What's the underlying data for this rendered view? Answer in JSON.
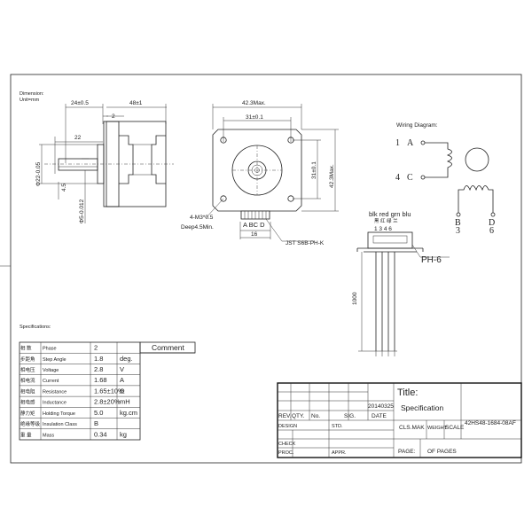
{
  "dimension_note": {
    "line1": "Dimension:",
    "line2": "Unit=mm"
  },
  "side_view": {
    "d_24": "24±0.5",
    "d_48": "48±1",
    "d_2": "2",
    "d_22": "22",
    "d_phi22": "Φ22-0.05",
    "d_4_5": "4.5",
    "d_phi5": "Φ5-0.012"
  },
  "front_view": {
    "d_423_top": "42.3Max.",
    "d_31_top": "31±0.1",
    "d_31_right": "31±0.1",
    "d_423_right": "42.3Max.",
    "screw_note": "4-M3*0.5",
    "depth_note": "Deep4.5Min.",
    "pins": "A  BC  D",
    "d_16": "16",
    "connector": "JST S6B-PH-K"
  },
  "wiring": {
    "title": "Wiring Diagram:",
    "n1": "1",
    "pA": "A",
    "n4": "4",
    "pC": "C",
    "pB": "B",
    "n3": "3",
    "pD": "D",
    "n6": "6"
  },
  "plug": {
    "colors": "blk red grn blu",
    "chinese_colors": "黑 红 绿 兰",
    "pin_nums": "1  3  4  6",
    "ph": "PH-6",
    "length": "1000"
  },
  "specifications": {
    "title": "Specifications:",
    "comment_header": "Comment",
    "rows": [
      {
        "cn": "相 数",
        "en": "Phase",
        "value": "2",
        "unit": ""
      },
      {
        "cn": "步距角",
        "en": "Step Angle",
        "value": "1.8",
        "unit": "deg."
      },
      {
        "cn": "相电压",
        "en": "Voltage",
        "value": "2.8",
        "unit": "V"
      },
      {
        "cn": "相电流",
        "en": "Current",
        "value": "1.68",
        "unit": "A"
      },
      {
        "cn": "相电阻",
        "en": "Resistance",
        "value": "1.65±10%",
        "unit": "Ω"
      },
      {
        "cn": "相电感",
        "en": "Inductance",
        "value": "2.8±20%",
        "unit": "mH"
      },
      {
        "cn": "静力矩",
        "en": "Holding Torque",
        "value": "5.0",
        "unit": "kg.cm"
      },
      {
        "cn": "绝缘等级",
        "en": "Insulation Class",
        "value": "B",
        "unit": ""
      },
      {
        "cn": "重 量",
        "en": "Mass",
        "value": "0.34",
        "unit": "kg"
      }
    ]
  },
  "title_block": {
    "date_code": "20140325",
    "title_label": "Title:",
    "title_value": "Specification",
    "part_no": "42HS48-1684-08AF",
    "rev": "REV.",
    "qty": "QTY.",
    "no": "No.",
    "sig": "SIG.",
    "date": "DATE",
    "design": "DESIGN",
    "std": "STD.",
    "cls_mak": "CLS.MAK",
    "weight": "WEIGHT",
    "scale": "SCALE",
    "check": "CHECK",
    "page": "PAGE:",
    "of_pages": "OF  PAGES",
    "proc": "PROC.",
    "appr": "APPR."
  }
}
